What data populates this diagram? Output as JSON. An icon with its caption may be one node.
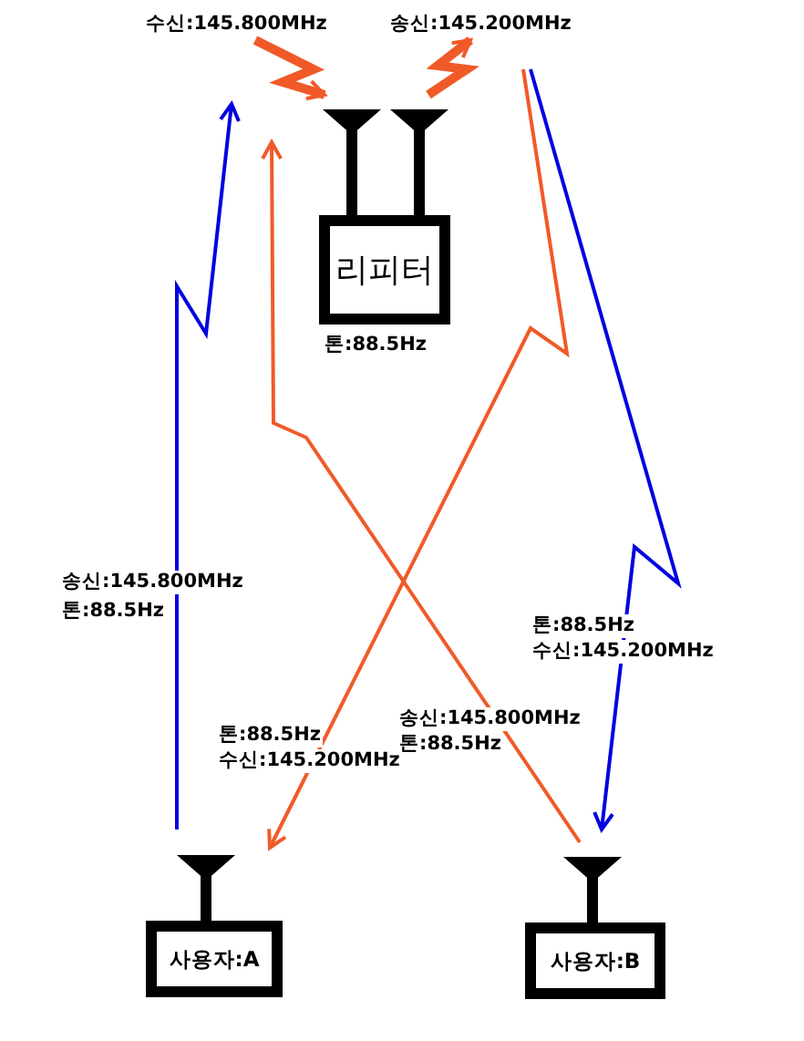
{
  "diagram": {
    "nodes": [
      {
        "text": [
          "리피터"
        ],
        "beside": [
          "톤:88.5Hz"
        ]
      },
      {
        "text": [
          "사용자:A"
        ]
      },
      {
        "text": [
          "사용자:B"
        ]
      },
      {
        "text": [
          "수신:145.800MHz"
        ]
      },
      {
        "text": [
          "송신:145.200MHz"
        ]
      }
    ],
    "edges": [
      {
        "from": 3,
        "to": 0,
        "arrow": "to",
        "style": "thick"
      },
      {
        "from": 0,
        "to": 4,
        "arrow": "to",
        "style": "thick"
      },
      {
        "from": 1,
        "to": null,
        "arrow": "to",
        "color": "#0000e0"
      },
      {
        "from": 2,
        "to": 0,
        "arrow": "to"
      },
      {
        "from": 4,
        "to": 1,
        "arrow": "to"
      },
      {
        "from": 4,
        "to": 2,
        "arrow": "to",
        "color": "#0000e0"
      }
    ],
    "labels": [
      "송신:145.800MHz",
      "톤:88.5Hz",
      "톤:88.5Hz",
      "수신:145.200MHz",
      "송신:145.800MHz",
      "톤:88.5Hz",
      "톤:88.5Hz",
      "수신:145.200MHz"
    ]
  }
}
